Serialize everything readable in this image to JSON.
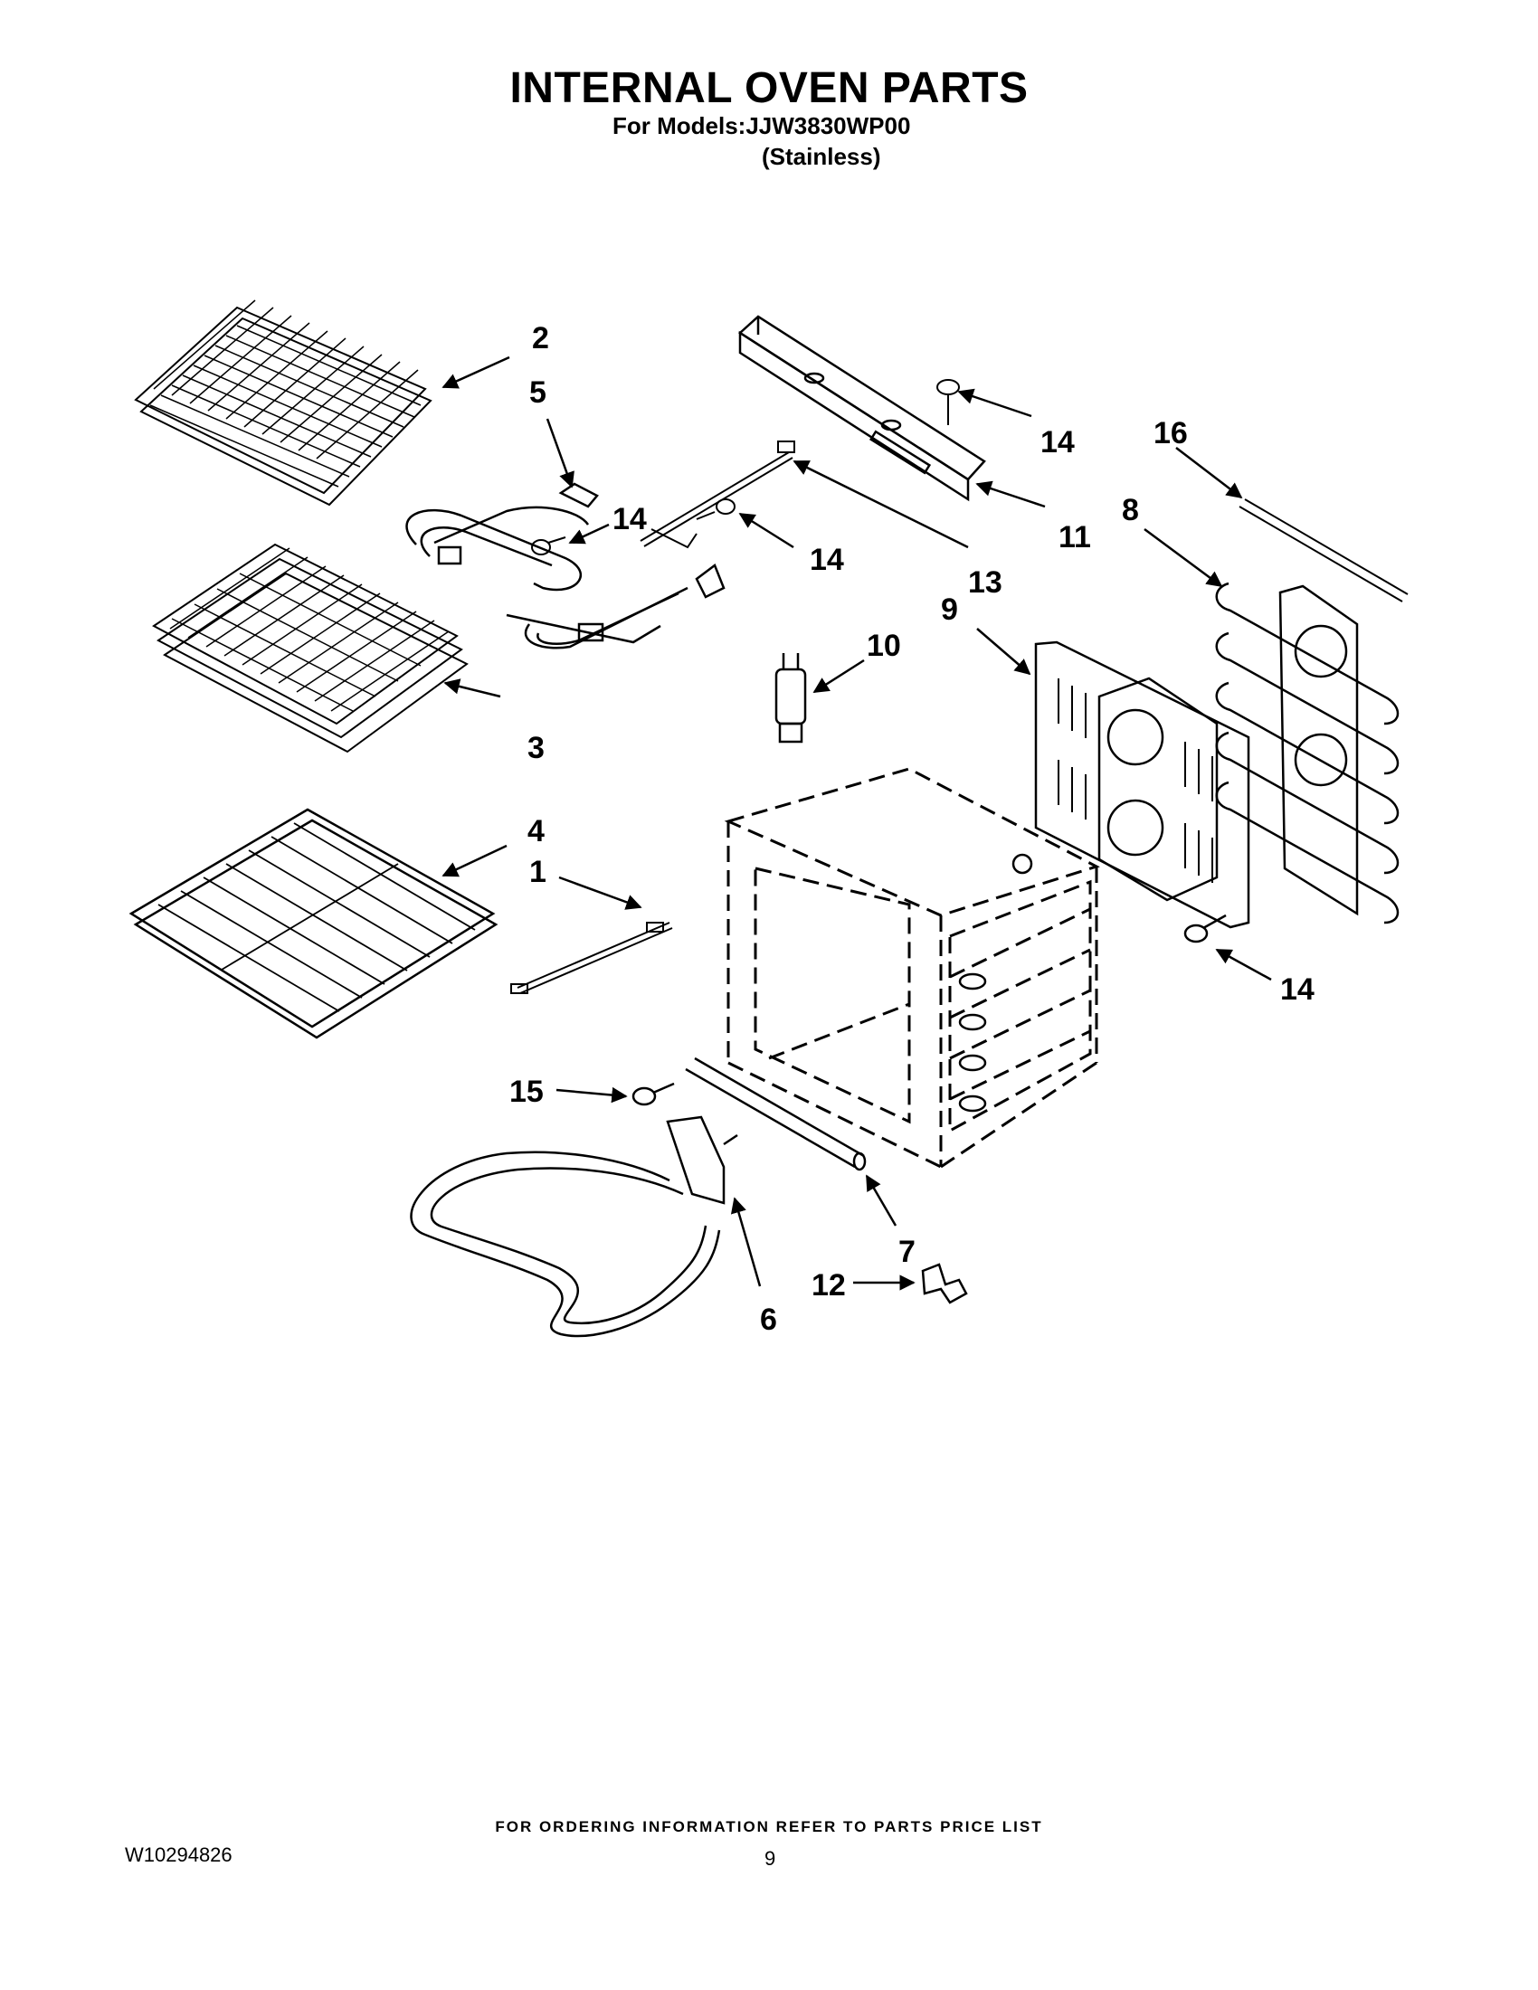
{
  "header": {
    "title": "INTERNAL OVEN PARTS",
    "models_line": "For Models:JJW3830WP00",
    "finish_line": "(Stainless)"
  },
  "callouts": [
    {
      "id": "c1",
      "label": "1"
    },
    {
      "id": "c2",
      "label": "2"
    },
    {
      "id": "c3",
      "label": "3"
    },
    {
      "id": "c4",
      "label": "4"
    },
    {
      "id": "c5",
      "label": "5"
    },
    {
      "id": "c6",
      "label": "6"
    },
    {
      "id": "c7",
      "label": "7"
    },
    {
      "id": "c8",
      "label": "8"
    },
    {
      "id": "c9",
      "label": "9"
    },
    {
      "id": "c10",
      "label": "10"
    },
    {
      "id": "c11",
      "label": "11"
    },
    {
      "id": "c12",
      "label": "12"
    },
    {
      "id": "c13",
      "label": "13"
    },
    {
      "id": "c14a",
      "label": "14"
    },
    {
      "id": "c14b",
      "label": "14"
    },
    {
      "id": "c14c",
      "label": "14"
    },
    {
      "id": "c14d",
      "label": "14"
    },
    {
      "id": "c15",
      "label": "15"
    },
    {
      "id": "c16",
      "label": "16"
    }
  ],
  "footer": {
    "ordering_note": "FOR ORDERING INFORMATION REFER TO PARTS PRICE LIST",
    "doc_number": "W10294826",
    "page_number": "9"
  }
}
